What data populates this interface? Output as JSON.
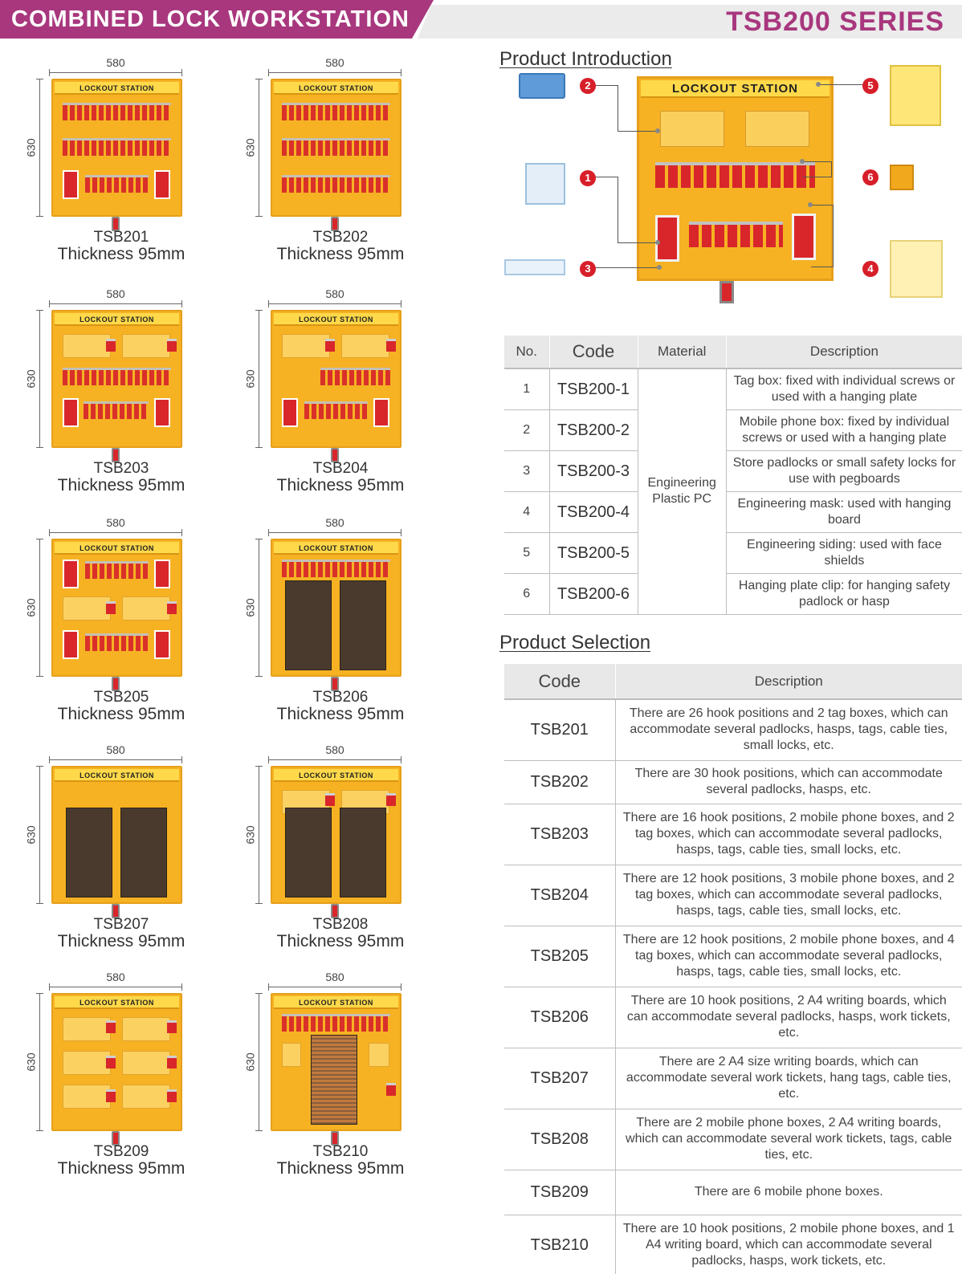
{
  "header": {
    "title": "COMBINED LOCK WORKSTATION",
    "series": "TSB200 SERIES"
  },
  "colors": {
    "brand": "#a8377e",
    "panel_yellow": "#f6b223",
    "lock_red": "#d8262b",
    "badge_red": "#d71f2a"
  },
  "board_label": "LOCKOUT STATION",
  "dimensions": {
    "width": "580",
    "height": "630"
  },
  "products": [
    {
      "code": "TSB201",
      "thickness": "Thickness  95mm"
    },
    {
      "code": "TSB202",
      "thickness": "Thickness  95mm"
    },
    {
      "code": "TSB203",
      "thickness": "Thickness  95mm"
    },
    {
      "code": "TSB204",
      "thickness": "Thickness  95mm"
    },
    {
      "code": "TSB205",
      "thickness": "Thickness  95mm"
    },
    {
      "code": "TSB206",
      "thickness": "Thickness  95mm"
    },
    {
      "code": "TSB207",
      "thickness": "Thickness  95mm"
    },
    {
      "code": "TSB208",
      "thickness": "Thickness  95mm"
    },
    {
      "code": "TSB209",
      "thickness": "Thickness  95mm"
    },
    {
      "code": "TSB210",
      "thickness": "Thickness  95mm"
    }
  ],
  "intro": {
    "title": "Product Introduction",
    "badges": [
      "1",
      "2",
      "3",
      "4",
      "5",
      "6"
    ],
    "table": {
      "headers": [
        "No.",
        "Code",
        "Material",
        "Description"
      ],
      "material": "Engineering Plastic PC",
      "rows": [
        {
          "no": "1",
          "code": "TSB200-1",
          "desc": "Tag box: fixed with individual screws or used with a hanging plate"
        },
        {
          "no": "2",
          "code": "TSB200-2",
          "desc": "Mobile phone box: fixed by individual screws or used with a hanging plate"
        },
        {
          "no": "3",
          "code": "TSB200-3",
          "desc": "Store padlocks or small safety locks for use with pegboards"
        },
        {
          "no": "4",
          "code": "TSB200-4",
          "desc": "Engineering mask: used with hanging board"
        },
        {
          "no": "5",
          "code": "TSB200-5",
          "desc": "Engineering siding: used with face shields"
        },
        {
          "no": "6",
          "code": "TSB200-6",
          "desc": "Hanging plate clip: for hanging safety padlock or hasp"
        }
      ]
    }
  },
  "selection": {
    "title": "Product Selection",
    "headers": [
      "Code",
      "Description"
    ],
    "rows": [
      {
        "code": "TSB201",
        "desc": "There are 26 hook positions and 2 tag boxes, which can accommodate several padlocks, hasps, tags, cable ties, small locks, etc."
      },
      {
        "code": "TSB202",
        "desc": "There are 30 hook positions, which can accommodate several padlocks, hasps, etc."
      },
      {
        "code": "TSB203",
        "desc": "There are 16 hook positions, 2 mobile phone boxes, and 2 tag boxes, which can accommodate several padlocks, hasps, tags, cable ties, small locks, etc."
      },
      {
        "code": "TSB204",
        "desc": "There are 12 hook positions, 3 mobile phone boxes, and 2 tag boxes, which can accommodate several padlocks, hasps, tags, cable ties, small locks, etc."
      },
      {
        "code": "TSB205",
        "desc": "There are 12 hook positions, 2 mobile phone boxes, and 4 tag boxes, which can accommodate several padlocks, hasps, tags, cable ties, small locks, etc."
      },
      {
        "code": "TSB206",
        "desc": "There are 10 hook positions, 2 A4 writing boards, which can accommodate several padlocks, hasps, work tickets, etc."
      },
      {
        "code": "TSB207",
        "desc": "There are 2 A4 size writing boards, which can accommodate several work tickets, hang tags, cable ties, etc."
      },
      {
        "code": "TSB208",
        "desc": "There are 2 mobile phone boxes, 2 A4 writing boards, which can accommodate several work tickets, tags, cable ties, etc."
      },
      {
        "code": "TSB209",
        "desc": "There are 6 mobile phone boxes."
      },
      {
        "code": "TSB210",
        "desc": "There are 10 hook positions, 2 mobile phone boxes, and 1 A4 writing board, which can accommodate several padlocks, hasps, work tickets, etc."
      }
    ]
  }
}
